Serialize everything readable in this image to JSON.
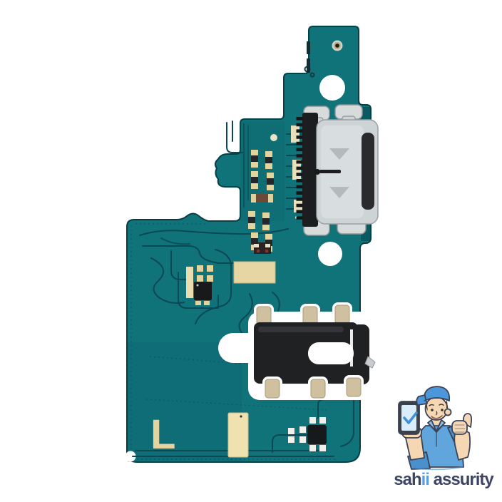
{
  "scene": {
    "background_color": "#ffffff",
    "subject": "charging-port-flex-pcb-product-photo"
  },
  "pcb": {
    "label_L": "L",
    "board_color": "#107379",
    "edge_color": "#073f47",
    "trace_color": "#0a4854",
    "gold_pad_color": "#e6d6a4",
    "connector_metal_color": "#ced3d5",
    "component_black_color": "#1b1d1f",
    "components": [
      "microphone-hole",
      "screw-hole-top",
      "screw-hole-middle",
      "screw-hole-bottom-left",
      "usb-c-connector",
      "headphone-jack",
      "smd-component-cluster",
      "ic-chip-left",
      "ic-chip-bottom-right",
      "gold-contact-pads"
    ]
  },
  "brand": {
    "part1": "sah",
    "part2": "ii",
    "part3": " assurity",
    "text_color": "#3d4566",
    "accent_color": "#5c9fdc",
    "mascot": "technician-with-phone-and-thumbs-up"
  }
}
